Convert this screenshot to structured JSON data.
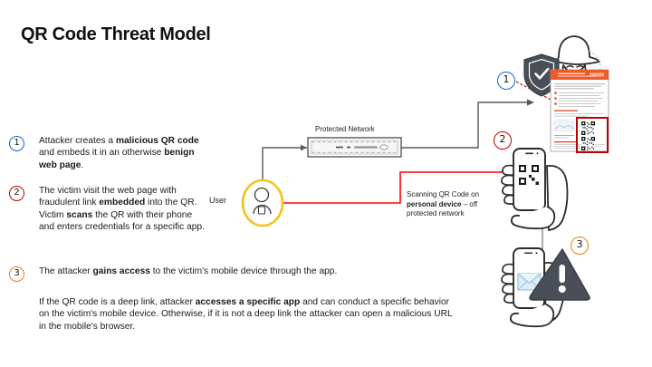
{
  "slide": {
    "title": "QR Code Threat Model",
    "background": "#ffffff"
  },
  "colors": {
    "blue": "#1565d8",
    "red": "#c00000",
    "orange": "#e08214",
    "user_ring": "#f5c117",
    "arrow_gray": "#595959",
    "arrow_red": "#ff0000",
    "doc_header": "#f05a28",
    "envelope_blue": "#b9d7ef"
  },
  "steps": [
    {
      "number": "1",
      "color": "blue",
      "segments": [
        {
          "text": "Attacker creates a ",
          "bold": false
        },
        {
          "text": "malicious QR code",
          "bold": true
        },
        {
          "text": " and embeds it in an otherwise ",
          "bold": false
        },
        {
          "text": "benign web page",
          "bold": true
        },
        {
          "text": ".",
          "bold": false
        }
      ]
    },
    {
      "number": "2",
      "color": "red",
      "segments": [
        {
          "text": "The victim visit the web page with fraudulent link ",
          "bold": false
        },
        {
          "text": "embedded",
          "bold": true
        },
        {
          "text": " into the QR. Victim ",
          "bold": false
        },
        {
          "text": "scans",
          "bold": true
        },
        {
          "text": " the QR with their phone and enters credentials for a specific app.",
          "bold": false
        }
      ]
    },
    {
      "number": "3",
      "color": "orange",
      "segments": [
        {
          "text": "The attacker ",
          "bold": false
        },
        {
          "text": "gains access",
          "bold": true
        },
        {
          "text": " to the victim's mobile device through the app.",
          "bold": false
        }
      ]
    }
  ],
  "paragraph": {
    "segments": [
      {
        "text": "If the QR code is a deep link, attacker ",
        "bold": false
      },
      {
        "text": "accesses a specific app",
        "bold": true
      },
      {
        "text": " and can conduct a specific behavior on the victim's mobile device. Otherwise, if it is not a deep link the attacker can open a malicious URL in the mobile's browser.",
        "bold": false
      }
    ]
  },
  "diagram": {
    "protected_network_label": "Protected Network",
    "user_label": "User",
    "scanning_note": {
      "segments": [
        {
          "text": "Scanning QR Code on ",
          "bold": false
        },
        {
          "text": "personal device",
          "bold": true
        },
        {
          "text": " – off protected network",
          "bold": false
        }
      ]
    },
    "markers": [
      {
        "number": "1",
        "color": "blue"
      },
      {
        "number": "2",
        "color": "red"
      },
      {
        "number": "3",
        "color": "orange"
      }
    ],
    "icons": [
      "hacker-icon",
      "shield-check-icon",
      "web-page-document-icon",
      "qr-code-icon",
      "router-switch-icon",
      "user-avatar-icon",
      "phone-scanning-qr-icon",
      "phone-envelope-icon",
      "warning-triangle-icon"
    ]
  }
}
